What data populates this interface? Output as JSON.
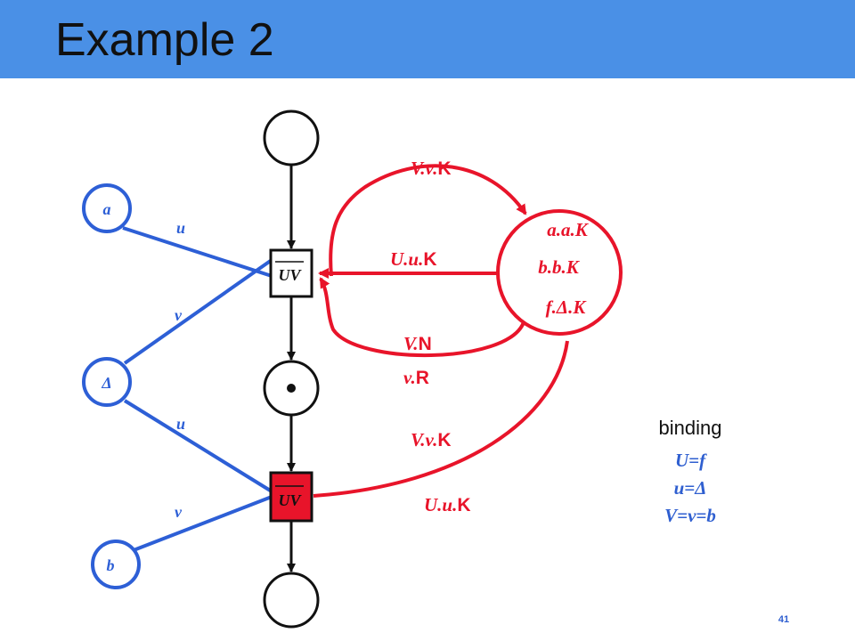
{
  "slide": {
    "title": "Example 2",
    "page_number": "41",
    "binding": {
      "heading": "binding",
      "lines": [
        "U=f",
        "u=Δ",
        "V=v=b"
      ]
    }
  },
  "diagram": {
    "places": {
      "a": "a",
      "delta": "Δ",
      "b": "b"
    },
    "transitions": {
      "top": "UV",
      "bottom": "UV"
    },
    "blue_arcs": {
      "a_u": "u",
      "delta_v": "v",
      "delta_u": "u",
      "b_v": "v"
    },
    "store_tokens": [
      "a.a.K",
      "b.b.K",
      "f.Δ.K"
    ],
    "red_labels": {
      "top_arc": {
        "serif": "V.v.",
        "sans": "K"
      },
      "middle_arc": {
        "serif": "U.u.",
        "sans": "K"
      },
      "return_n": {
        "serif": "V.",
        "sans": "N"
      },
      "return_r": {
        "serif": "v.",
        "sans": "R"
      },
      "bottom_v": {
        "serif": "V.v.",
        "sans": "K"
      },
      "bottom_u": {
        "serif": "U.u.",
        "sans": "K"
      }
    },
    "colors": {
      "red": "#e8142a",
      "blue": "#2d5fd6",
      "black": "#111111",
      "header": "#4a90e6"
    }
  }
}
